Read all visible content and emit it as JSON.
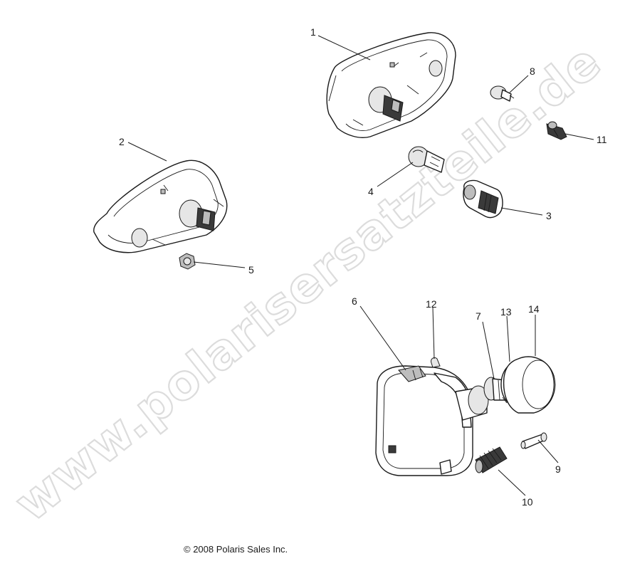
{
  "watermark": "www.polarisersatzteile.de",
  "copyright": "© 2008 Polaris Sales Inc.",
  "callouts": [
    "1",
    "2",
    "3",
    "4",
    "5",
    "6",
    "7",
    "8",
    "9",
    "10",
    "11",
    "12",
    "13",
    "14"
  ],
  "colors": {
    "line": "#1a1a1a",
    "watermark": "#dcdcdc"
  }
}
